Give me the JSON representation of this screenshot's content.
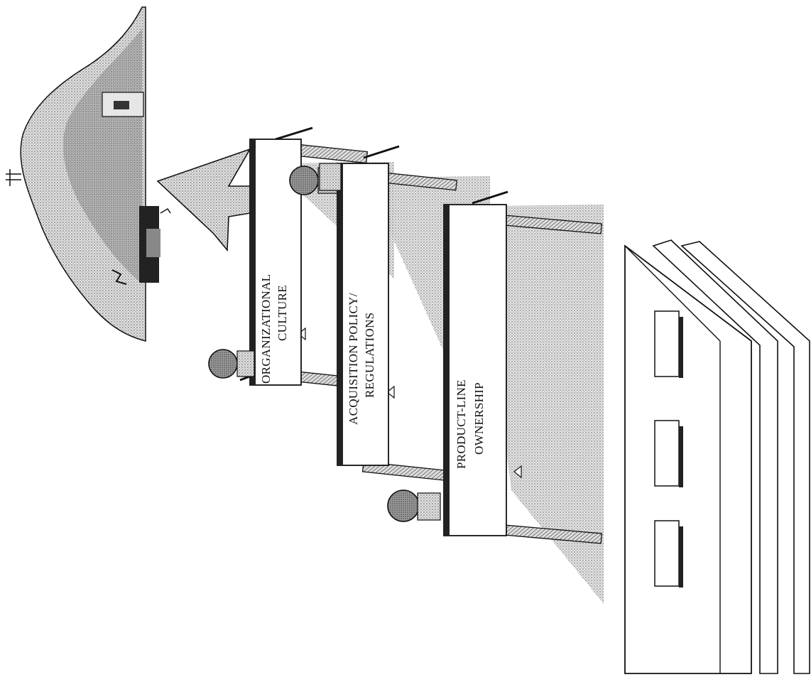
{
  "barriers": [
    {
      "lines": [
        "ORGANIZATIONAL",
        "CULTURE"
      ]
    },
    {
      "lines": [
        "ACQUISITION POLICY/",
        "REGULATIONS"
      ]
    },
    {
      "lines": [
        "PRODUCT-LINE",
        "OWNERSHIP"
      ]
    }
  ],
  "colors": {
    "ink": "#111111",
    "paper": "#ffffff",
    "shadow_gray": "#c9c9c9",
    "mountain_gray": "#b5b5b5",
    "wheel_gray": "#8a8a8a"
  }
}
